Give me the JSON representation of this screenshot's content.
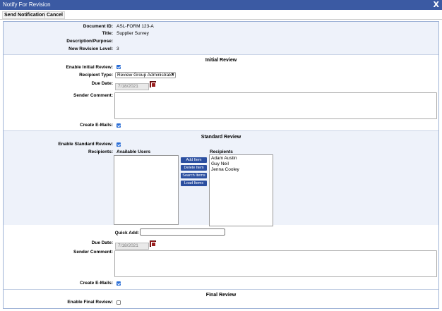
{
  "window": {
    "title": "Notify For Revision",
    "close_glyph": "X"
  },
  "toolbar": {
    "send_label": "Send Notification",
    "cancel_label": "Cancel"
  },
  "doc": {
    "id_label": "Document ID:",
    "id_value": "ASL-FORM 123-A",
    "title_label": "Title:",
    "title_value": "Supplier Survey",
    "desc_label": "Description/Purpose:",
    "desc_value": "",
    "rev_label": "New Revision Level:",
    "rev_value": "3"
  },
  "initial": {
    "header": "Initial Review",
    "enable_label": "Enable Initial Review:",
    "enabled": true,
    "recipient_type_label": "Recipient Type:",
    "recipient_type_value": "Review Group Administrator",
    "due_label": "Due Date:",
    "due_value": "7/18/2021",
    "comment_label": "Sender Comment:",
    "comment_value": "",
    "emails_label": "Create E-Mails:",
    "emails": true
  },
  "standard": {
    "header": "Standard Review",
    "enable_label": "Enable Standard Review:",
    "enabled": true,
    "recipients_label": "Recipients:",
    "available_label": "Available Users",
    "available_users": [],
    "selected_label": "Recipients",
    "selected_users": [
      "Adam Austin",
      "Guy Neil",
      "Jenna Cooley"
    ],
    "buttons": {
      "add": "Add Item",
      "delete": "Delete Item",
      "search": "Search Items",
      "load": "Load Items"
    },
    "quick_add_label": "Quick Add:",
    "quick_add_value": "",
    "due_label": "Due Date:",
    "due_value": "7/18/2021",
    "comment_label": "Sender Comment:",
    "comment_value": "",
    "emails_label": "Create E-Mails:",
    "emails": true
  },
  "final": {
    "header": "Final Review",
    "enable_label": "Enable Final Review:",
    "enabled": false
  },
  "colors": {
    "titlebar": "#3b5aa3",
    "button_blue": "#2b4fa0",
    "checkbox": "#2b6ed6",
    "panel_border": "#9fb3d6"
  }
}
